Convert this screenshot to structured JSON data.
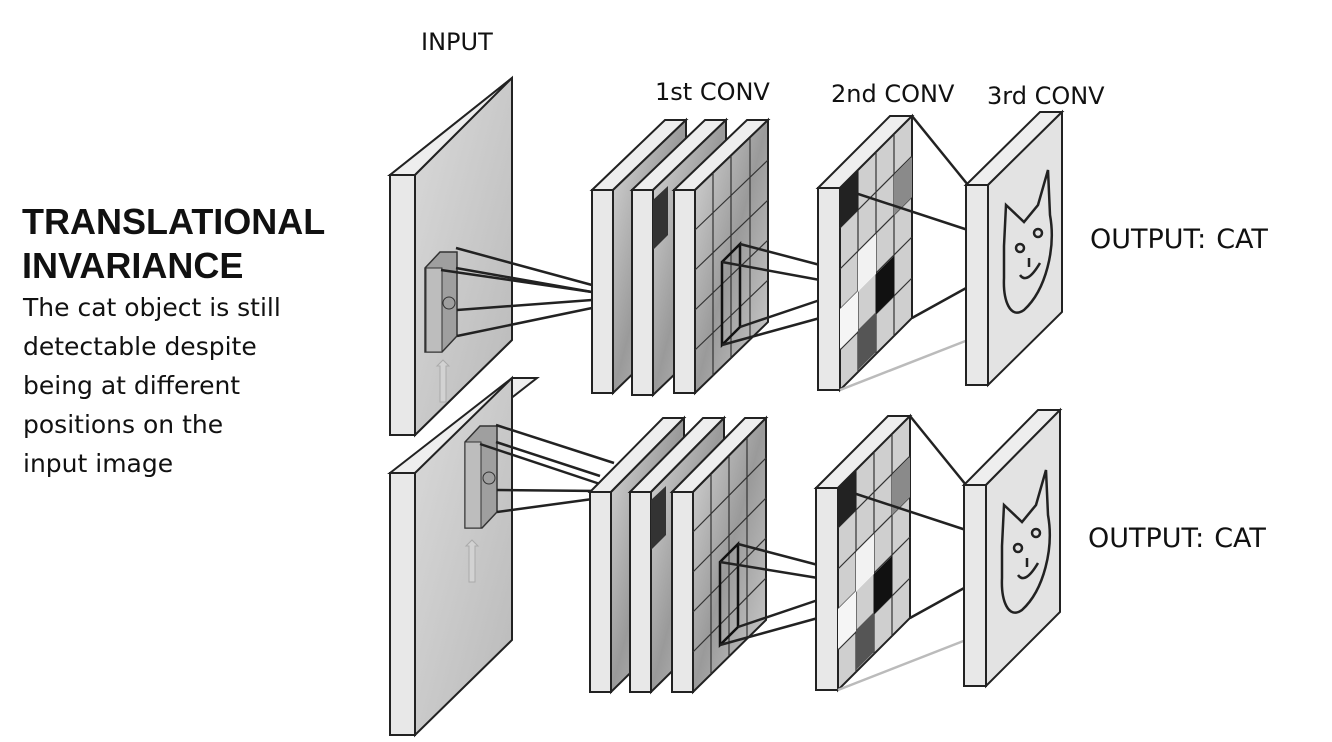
{
  "heading": {
    "line1": "TRANSLATIONAL",
    "line2": "INVARIANCE"
  },
  "description": [
    "The cat object is still",
    "detectable despite",
    "being at different",
    "positions on the",
    "input image"
  ],
  "labels": {
    "input": "INPUT",
    "conv1": "1st CONV",
    "conv2": "2nd CONV",
    "conv3": "3rd CONV"
  },
  "outputs": [
    {
      "prefix": "OUTPUT:",
      "value": "CAT"
    },
    {
      "prefix": "OUTPUT:",
      "value": "CAT"
    }
  ],
  "colors": {
    "stroke": "#222222",
    "panel_front": "#e6e6e6",
    "panel_side": "#c8c8c8",
    "input_face": "#cfcfcf"
  }
}
